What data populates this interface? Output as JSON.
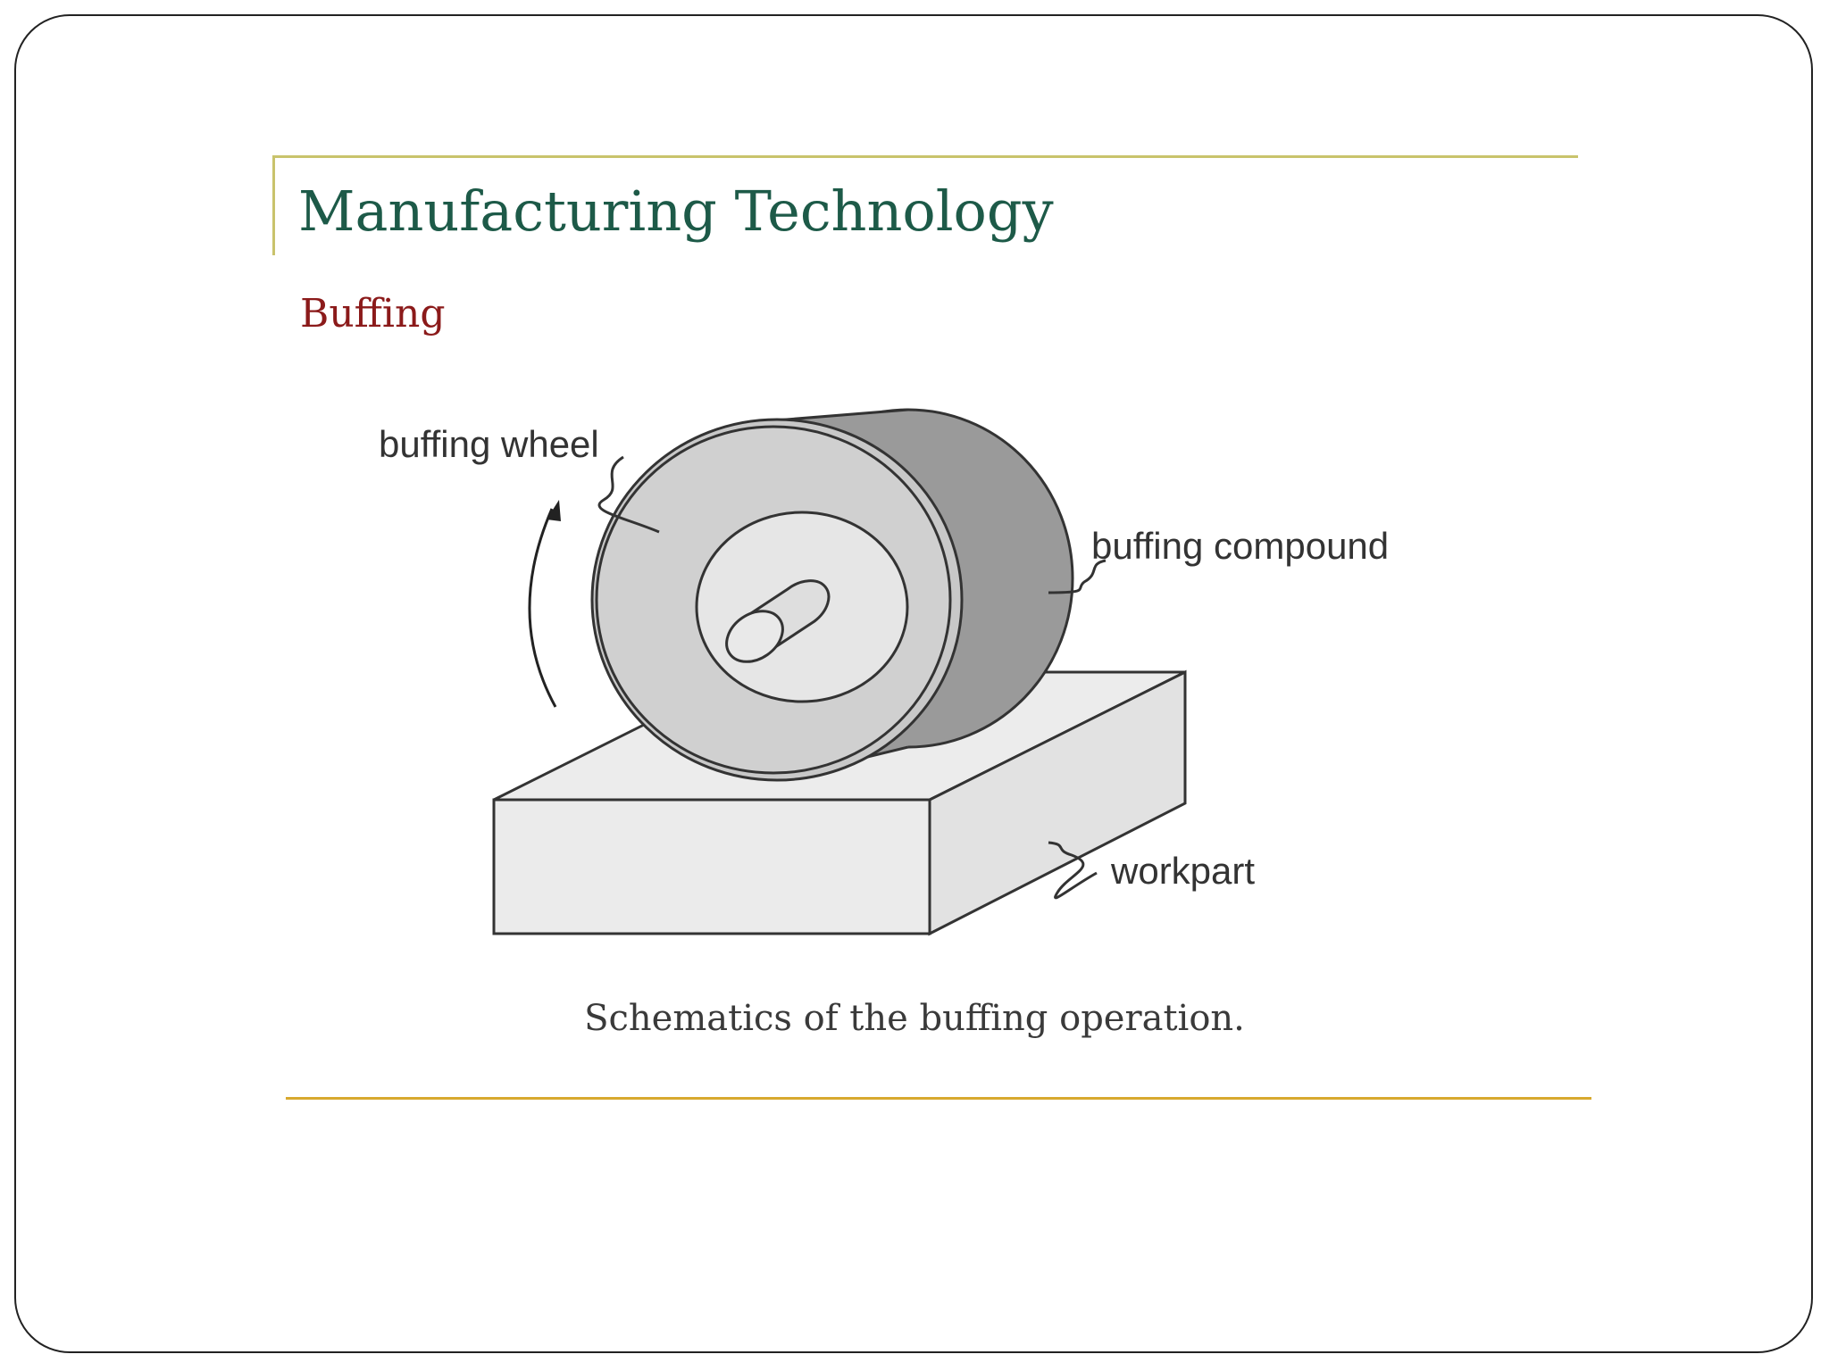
{
  "slide": {
    "title": "Manufacturing Technology",
    "subtitle": "Buffing",
    "caption": "Schematics of the buffing operation."
  },
  "diagram": {
    "labels": {
      "wheel": "buffing wheel",
      "compound": "buffing compound",
      "workpart": "workpart"
    }
  },
  "colors": {
    "title": "#1d5a48",
    "subtitle": "#8b1a1a",
    "top_rule": "#c9c36c",
    "bottom_rule": "#d8a92e"
  }
}
